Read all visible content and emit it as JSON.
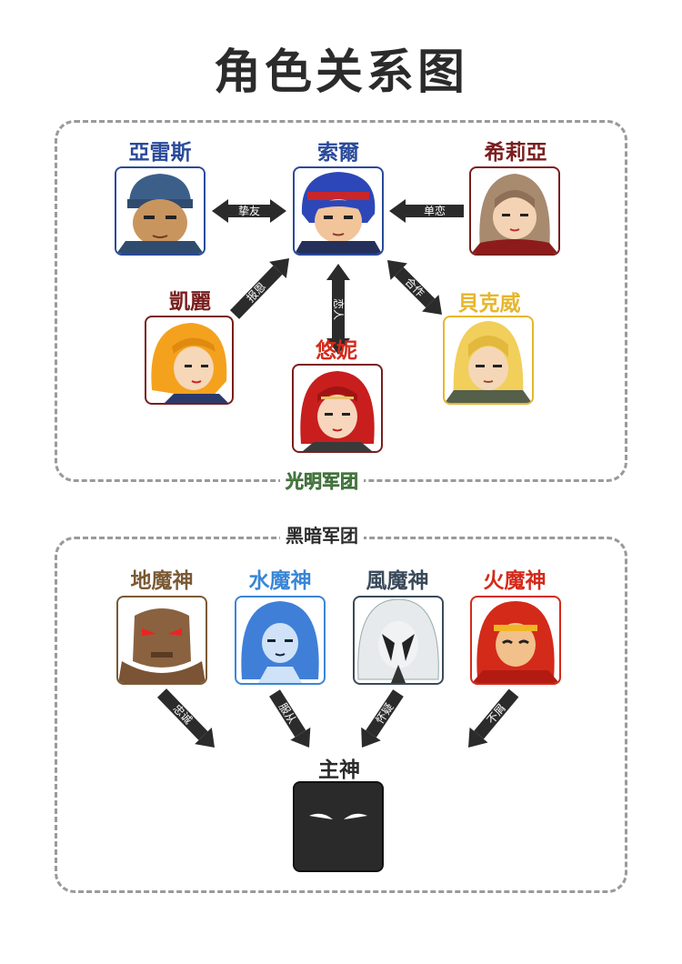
{
  "title": "角色关系图",
  "colors": {
    "blue": "#2a4a9a",
    "maroon": "#7a1e1e",
    "gold": "#e8b62c",
    "brown": "#7a5a35",
    "lightblue": "#3a86d6",
    "darkslate": "#3a4a5a",
    "red": "#d42a1a",
    "arrow": "#2b2b2b",
    "light_label": "#7fcf6f"
  },
  "groups": {
    "light": {
      "label": "光明军团"
    },
    "dark": {
      "label": "黑暗军团"
    }
  },
  "characters": [
    {
      "id": "yaleisi",
      "name": "亞雷斯"
    },
    {
      "id": "suoer",
      "name": "索爾"
    },
    {
      "id": "xiliya",
      "name": "希莉亞"
    },
    {
      "id": "kaili",
      "name": "凱麗"
    },
    {
      "id": "youni",
      "name": "悠妮"
    },
    {
      "id": "beikewei",
      "name": "貝克威"
    },
    {
      "id": "dimoshen",
      "name": "地魔神"
    },
    {
      "id": "shuimoshen",
      "name": "水魔神"
    },
    {
      "id": "fengmoshen",
      "name": "風魔神"
    },
    {
      "id": "huomoshen",
      "name": "火魔神"
    },
    {
      "id": "zhushen",
      "name": "主神"
    }
  ],
  "relations": [
    {
      "from": "yaleisi",
      "to": "suoer",
      "label": "挚友",
      "direction": "both"
    },
    {
      "from": "xiliya",
      "to": "suoer",
      "label": "单恋",
      "direction": "forward"
    },
    {
      "from": "kaili",
      "to": "suoer",
      "label": "报恩",
      "direction": "forward"
    },
    {
      "from": "suoer",
      "to": "youni",
      "label": "恋人",
      "direction": "both"
    },
    {
      "from": "suoer",
      "to": "beikewei",
      "label": "合作",
      "direction": "both"
    },
    {
      "from": "dimoshen",
      "to": "zhushen",
      "label": "忠诚",
      "direction": "forward"
    },
    {
      "from": "shuimoshen",
      "to": "zhushen",
      "label": "服从",
      "direction": "forward"
    },
    {
      "from": "fengmoshen",
      "to": "zhushen",
      "label": "怀疑",
      "direction": "forward"
    },
    {
      "from": "huomoshen",
      "to": "zhushen",
      "label": "不屑",
      "direction": "forward"
    }
  ]
}
